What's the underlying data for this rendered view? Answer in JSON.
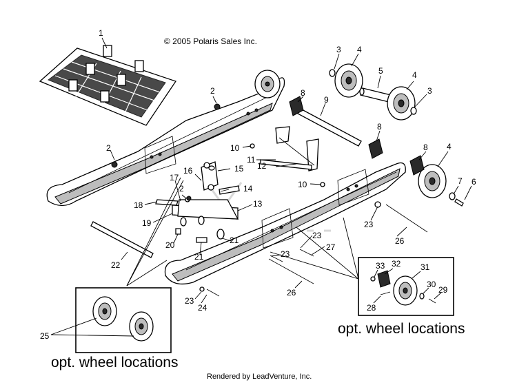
{
  "diagram": {
    "copyright": "© 2005 Polaris Sales Inc.",
    "footer": "Rendered by LeadVenture, Inc.",
    "box_left_caption": "opt. wheel locations",
    "box_right_caption": "opt. wheel locations",
    "callouts": {
      "c1": "1",
      "c2a": "2",
      "c2b": "2",
      "c2c": "2",
      "c3a": "3",
      "c3b": "3",
      "c4a": "4",
      "c4b": "4",
      "c4c": "4",
      "c5": "5",
      "c6": "6",
      "c7": "7",
      "c8a": "8",
      "c8b": "8",
      "c8c": "8",
      "c9": "9",
      "c10a": "10",
      "c10b": "10",
      "c11": "11",
      "c12": "12",
      "c13": "13",
      "c14": "14",
      "c15": "15",
      "c16": "16",
      "c17": "17",
      "c18": "18",
      "c19": "19",
      "c20": "20",
      "c21a": "21",
      "c21b": "21",
      "c22": "22",
      "c23a": "23",
      "c23b": "23",
      "c23c": "23",
      "c23d": "23",
      "c24": "24",
      "c25": "25",
      "c26a": "26",
      "c26b": "26",
      "c27": "27",
      "c28": "28",
      "c29": "29",
      "c30": "30",
      "c31": "31",
      "c32": "32",
      "c33": "33"
    }
  }
}
